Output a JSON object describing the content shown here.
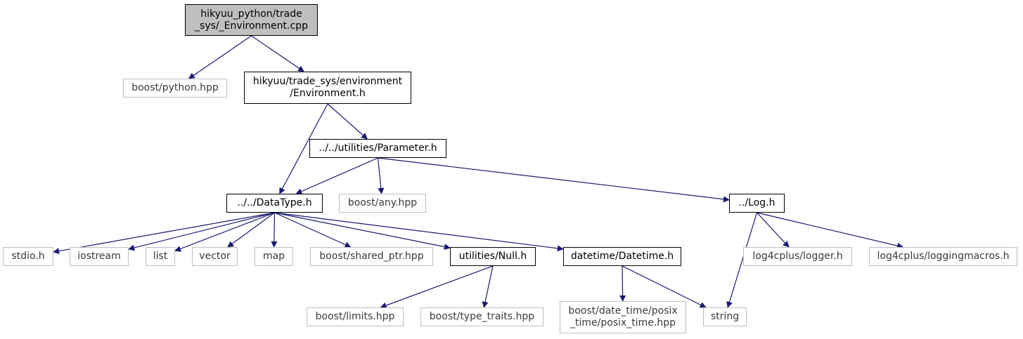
{
  "graph": {
    "title": "",
    "nodes": {
      "root": {
        "lines": [
          "hikyuu_python/trade",
          "_sys/_Environment.cpp"
        ],
        "kind": "root"
      },
      "boost_python": {
        "lines": [
          "boost/python.hpp"
        ],
        "kind": "external"
      },
      "environment_h": {
        "lines": [
          "hikyuu/trade_sys/environment",
          "/Environment.h"
        ],
        "kind": "documented"
      },
      "parameter_h": {
        "lines": [
          "../../utilities/Parameter.h"
        ],
        "kind": "documented"
      },
      "datatype_h": {
        "lines": [
          "../../DataType.h"
        ],
        "kind": "documented"
      },
      "boost_any": {
        "lines": [
          "boost/any.hpp"
        ],
        "kind": "external"
      },
      "log_h": {
        "lines": [
          "../Log.h"
        ],
        "kind": "documented"
      },
      "stdio_h": {
        "lines": [
          "stdio.h"
        ],
        "kind": "external"
      },
      "iostream": {
        "lines": [
          "iostream"
        ],
        "kind": "external"
      },
      "list": {
        "lines": [
          "list"
        ],
        "kind": "external"
      },
      "vector": {
        "lines": [
          "vector"
        ],
        "kind": "external"
      },
      "map": {
        "lines": [
          "map"
        ],
        "kind": "external"
      },
      "boost_shared_ptr": {
        "lines": [
          "boost/shared_ptr.hpp"
        ],
        "kind": "external"
      },
      "null_h": {
        "lines": [
          "utilities/Null.h"
        ],
        "kind": "documented"
      },
      "datetime_h": {
        "lines": [
          "datetime/Datetime.h"
        ],
        "kind": "documented"
      },
      "log4cplus_logger": {
        "lines": [
          "log4cplus/logger.h"
        ],
        "kind": "external"
      },
      "log4cplus_loggingmacros": {
        "lines": [
          "log4cplus/loggingmacros.h"
        ],
        "kind": "external"
      },
      "boost_limits": {
        "lines": [
          "boost/limits.hpp"
        ],
        "kind": "external"
      },
      "boost_type_traits": {
        "lines": [
          "boost/type_traits.hpp"
        ],
        "kind": "external"
      },
      "posix_time": {
        "lines": [
          "boost/date_time/posix",
          "_time/posix_time.hpp"
        ],
        "kind": "external"
      },
      "string": {
        "lines": [
          "string"
        ],
        "kind": "external"
      }
    },
    "edges": [
      [
        "root",
        "boost_python"
      ],
      [
        "root",
        "environment_h"
      ],
      [
        "environment_h",
        "datatype_h"
      ],
      [
        "environment_h",
        "parameter_h"
      ],
      [
        "parameter_h",
        "datatype_h"
      ],
      [
        "parameter_h",
        "boost_any"
      ],
      [
        "parameter_h",
        "log_h"
      ],
      [
        "datatype_h",
        "stdio_h"
      ],
      [
        "datatype_h",
        "iostream"
      ],
      [
        "datatype_h",
        "list"
      ],
      [
        "datatype_h",
        "vector"
      ],
      [
        "datatype_h",
        "map"
      ],
      [
        "datatype_h",
        "boost_shared_ptr"
      ],
      [
        "datatype_h",
        "null_h"
      ],
      [
        "datatype_h",
        "datetime_h"
      ],
      [
        "log_h",
        "string"
      ],
      [
        "log_h",
        "log4cplus_logger"
      ],
      [
        "log_h",
        "log4cplus_loggingmacros"
      ],
      [
        "null_h",
        "boost_limits"
      ],
      [
        "null_h",
        "boost_type_traits"
      ],
      [
        "datetime_h",
        "posix_time"
      ],
      [
        "datetime_h",
        "string"
      ]
    ],
    "colors": {
      "edge": "#191970",
      "root_fill": "#bfbfbf",
      "border": "#000000",
      "external_border": "#bfbfbf"
    }
  }
}
